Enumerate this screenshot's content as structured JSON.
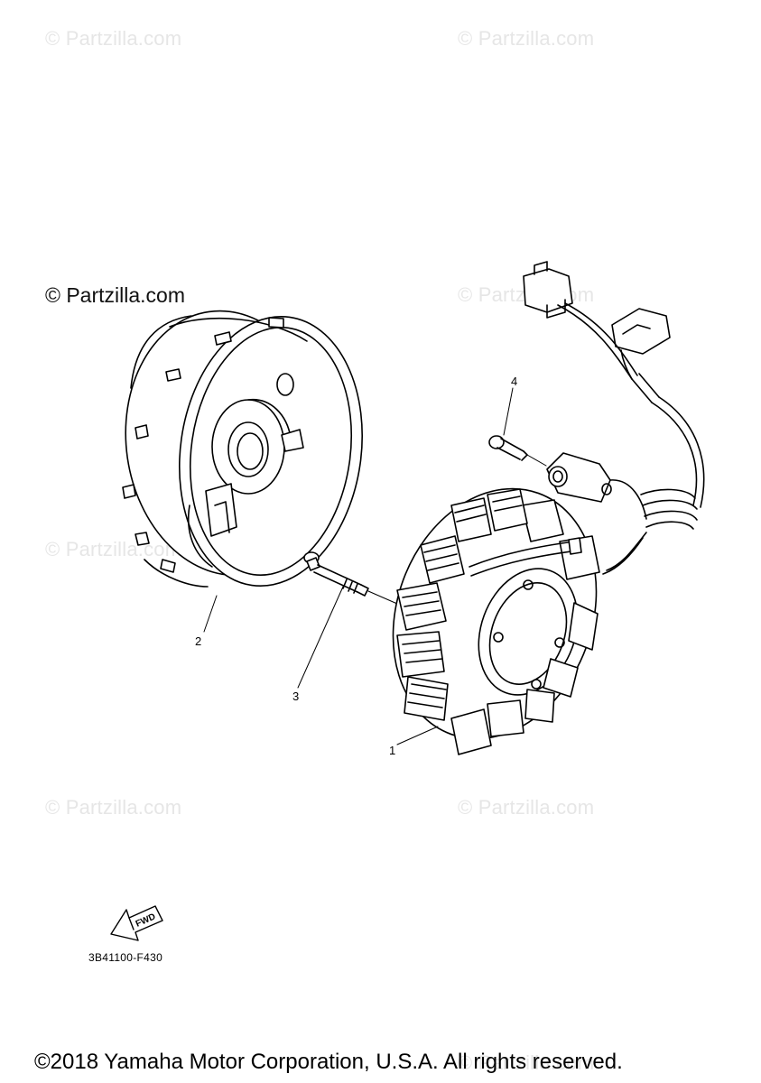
{
  "watermarks": {
    "w1": "© Partzilla.com",
    "w2": "© Partzilla.com",
    "w3": "© Partzilla.com",
    "w4": "© Partzilla.com",
    "w5": "© Partzilla.com",
    "w6": "© Partzilla.com",
    "w7": "© Partzilla.com",
    "main": "© Partzilla.com"
  },
  "callouts": {
    "part1": "1",
    "part2": "2",
    "part3": "3",
    "part4": "4"
  },
  "fwd_label": "FWD",
  "diagram_code": "3B41100-F430",
  "copyright": "©2018 Yamaha Motor Corporation, U.S.A. All rights reserved."
}
